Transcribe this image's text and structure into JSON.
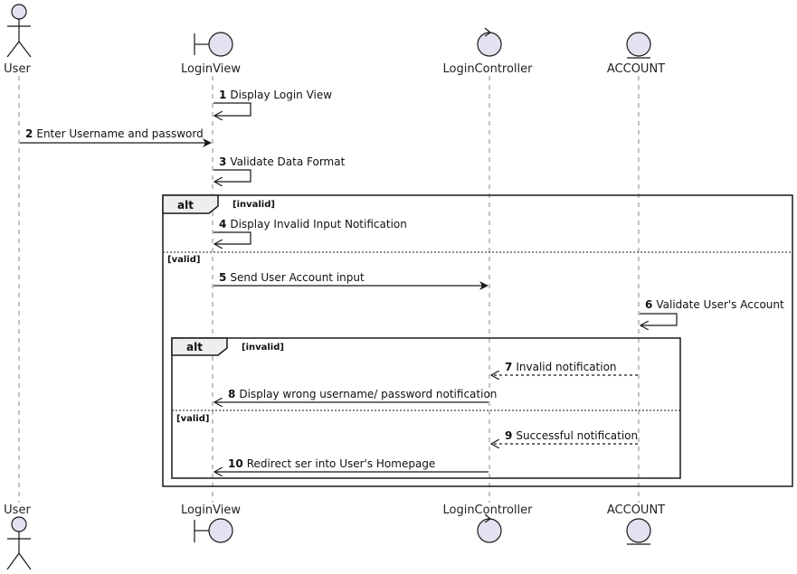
{
  "participants": [
    {
      "id": "user",
      "label": "User",
      "kind": "actor"
    },
    {
      "id": "loginview",
      "label": "LoginView",
      "kind": "boundary"
    },
    {
      "id": "logincontroller",
      "label": "LoginController",
      "kind": "control"
    },
    {
      "id": "account",
      "label": "ACCOUNT",
      "kind": "entity"
    }
  ],
  "messages": [
    {
      "num": "1",
      "text": "Display Login View",
      "from": "loginview",
      "to": "loginview",
      "style": "solid"
    },
    {
      "num": "2",
      "text": "Enter Username and password",
      "from": "user",
      "to": "loginview",
      "style": "solid"
    },
    {
      "num": "3",
      "text": "Validate Data Format",
      "from": "loginview",
      "to": "loginview",
      "style": "solid"
    },
    {
      "num": "4",
      "text": "Display Invalid Input Notification",
      "from": "loginview",
      "to": "loginview",
      "style": "solid"
    },
    {
      "num": "5",
      "text": "Send User Account input",
      "from": "loginview",
      "to": "logincontroller",
      "style": "solid"
    },
    {
      "num": "6",
      "text": "Validate User's Account",
      "from": "account",
      "to": "account",
      "style": "solid"
    },
    {
      "num": "7",
      "text": "Invalid notification",
      "from": "account",
      "to": "logincontroller",
      "style": "dashed"
    },
    {
      "num": "8",
      "text": "Display wrong username/ password notification",
      "from": "logincontroller",
      "to": "loginview",
      "style": "solid"
    },
    {
      "num": "9",
      "text": "Successful notification",
      "from": "account",
      "to": "logincontroller",
      "style": "dashed"
    },
    {
      "num": "10",
      "text": "Redirect ser into User's Homepage",
      "from": "logincontroller",
      "to": "loginview",
      "style": "solid"
    }
  ],
  "fragments": [
    {
      "keyword": "alt",
      "guards": [
        "[invalid]",
        "[valid]"
      ]
    },
    {
      "keyword": "alt",
      "guards": [
        "[invalid]",
        "[valid]"
      ]
    }
  ],
  "colors": {
    "participant_fill": "#E2E2F0",
    "line": "#181818",
    "lifeline": "#888888",
    "fragment_header": "#EEEEEE"
  }
}
